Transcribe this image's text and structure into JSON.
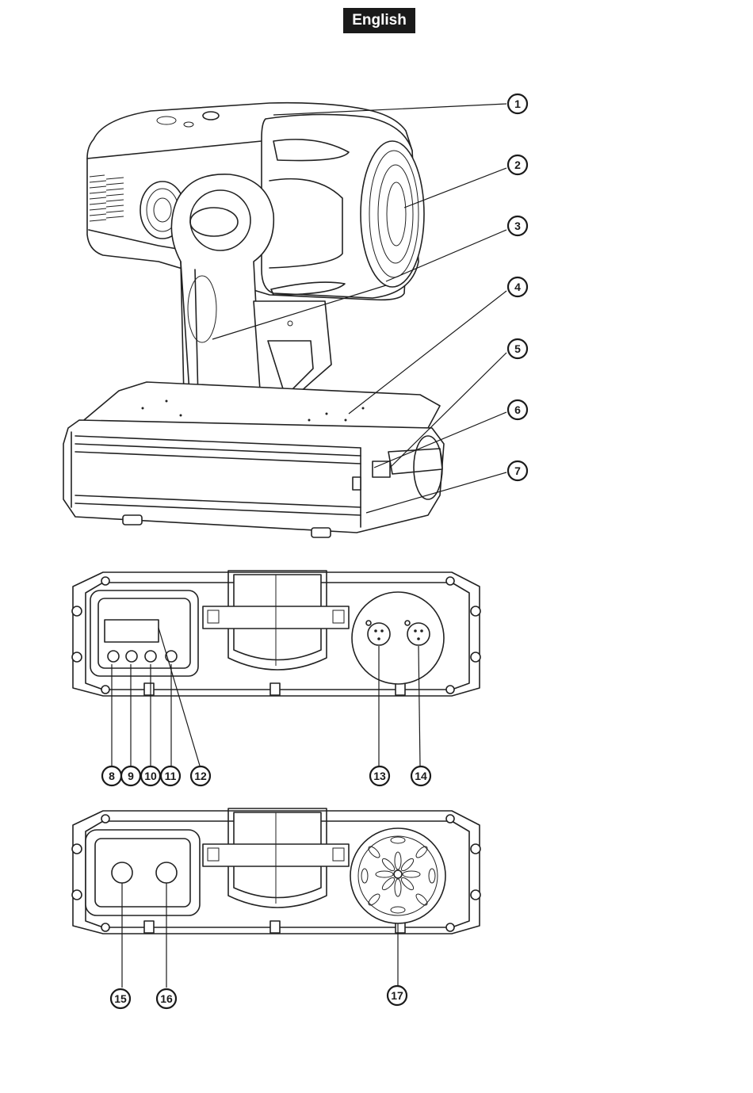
{
  "header": {
    "language_badge": "English"
  },
  "callouts": {
    "c1": "1",
    "c2": "2",
    "c3": "3",
    "c4": "4",
    "c5": "5",
    "c6": "6",
    "c7": "7",
    "c8": "8",
    "c9": "9",
    "c10": "10",
    "c11": "11",
    "c12": "12",
    "c13": "13",
    "c14": "14",
    "c15": "15",
    "c16": "16",
    "c17": "17"
  }
}
